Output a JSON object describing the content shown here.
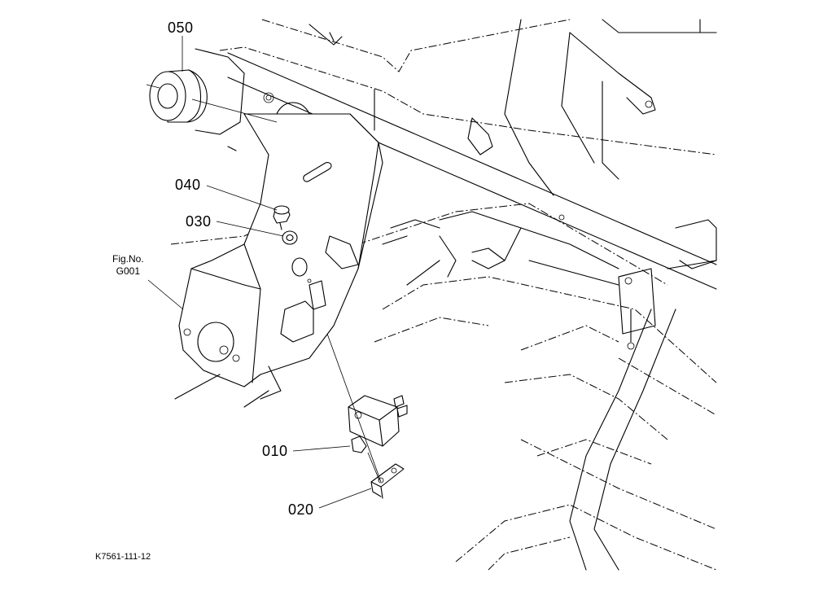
{
  "callouts": {
    "c050": "050",
    "c040": "040",
    "c030": "030",
    "c010": "010",
    "c020": "020"
  },
  "figure_ref": {
    "line1": "Fig.No.",
    "line2": "G001"
  },
  "drawing_code": "K7561-111-12",
  "colors": {
    "ink": "#000000",
    "paper": "#ffffff"
  }
}
